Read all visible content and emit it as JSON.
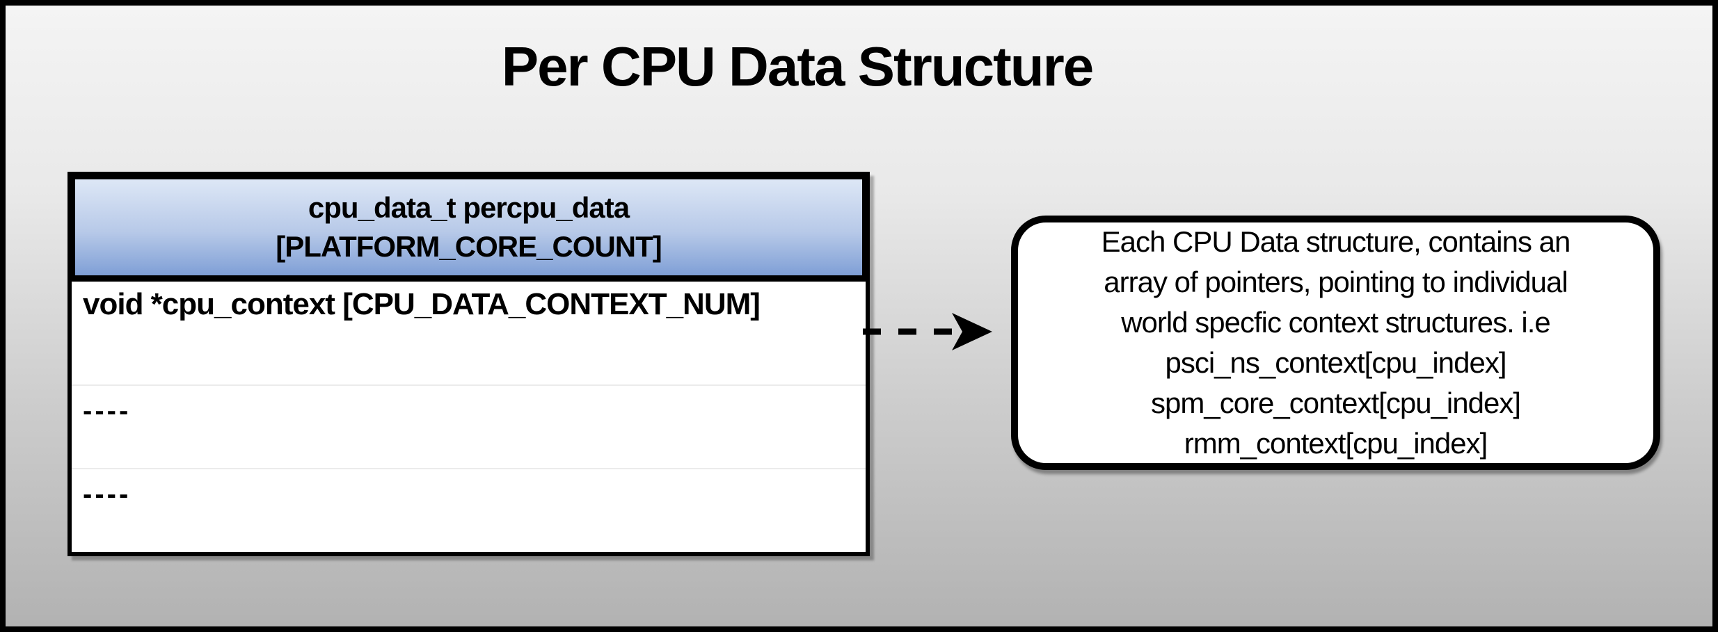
{
  "diagram": {
    "title": "Per CPU Data Structure",
    "table": {
      "header_lines": [
        "cpu_data_t percpu_data",
        "[PLATFORM_CORE_COUNT]"
      ],
      "rows": [
        "void *cpu_context [CPU_DATA_CONTEXT_NUM]",
        "----",
        "----"
      ]
    },
    "connector": {
      "style": "dashed-right-arrow"
    },
    "callout": {
      "lines": [
        "Each CPU Data structure, contains an",
        "array of pointers, pointing to individual",
        "world specfic context structures. i.e",
        "psci_ns_context[cpu_index]",
        "spm_core_context[cpu_index]",
        "rmm_context[cpu_index]"
      ]
    },
    "colors": {
      "header_gradient_top": "#dde7f6",
      "header_gradient_bottom": "#7f9fd6",
      "background_top": "#f4f4f4",
      "background_bottom": "#b2b2b2",
      "border": "#000000",
      "table_background": "#ffffff"
    }
  }
}
